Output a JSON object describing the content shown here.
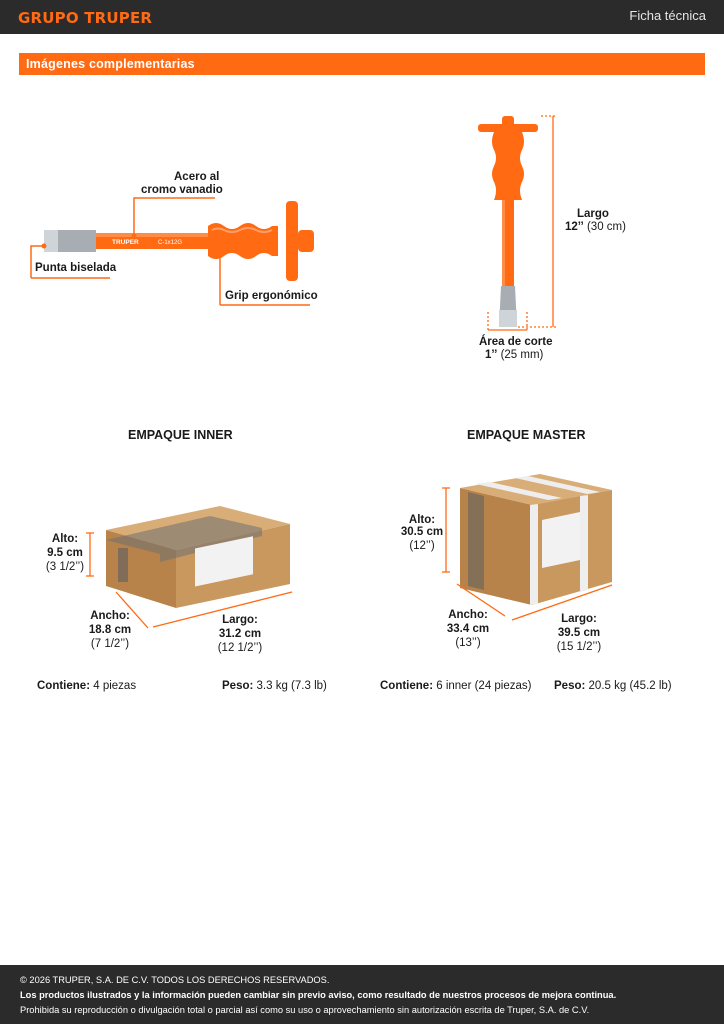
{
  "header": {
    "brand": "GRUPO TRUPER",
    "doc_type": "Ficha técnica"
  },
  "section": {
    "title": "Imágenes complementarias"
  },
  "product_callouts": {
    "material": [
      "Acero al",
      "cromo vanadio"
    ],
    "tip": "Punta biselada",
    "grip": "Grip ergonómico",
    "engraving_brand": "TRUPER",
    "engraving_model": "C-1x12G"
  },
  "dimensions": {
    "length_label": "Largo",
    "length_value": "12’’",
    "length_metric": "(30 cm)",
    "cut_label": "Área de corte",
    "cut_value": "1’’",
    "cut_metric": "(25 mm)"
  },
  "inner": {
    "title": "EMPAQUE INNER",
    "height_label": "Alto:",
    "height_value": "9.5 cm",
    "height_imperial": "(3 1/2’’)",
    "width_label": "Ancho:",
    "width_value": "18.8 cm",
    "width_imperial": "(7 1/2’’)",
    "length_label": "Largo:",
    "length_value": "31.2 cm",
    "length_imperial": "(12 1/2’’)",
    "contains_label": "Contiene:",
    "contains_value": "4 piezas",
    "weight_label": "Peso:",
    "weight_value": "3.3 kg (7.3 lb)"
  },
  "master": {
    "title": "EMPAQUE MASTER",
    "height_label": "Alto:",
    "height_value": "30.5 cm",
    "height_imperial": "(12’’)",
    "width_label": "Ancho:",
    "width_value": "33.4 cm",
    "width_imperial": "(13’’)",
    "length_label": "Largo:",
    "length_value": "39.5 cm",
    "length_imperial": "(15 1/2’’)",
    "contains_label": "Contiene:",
    "contains_value": "6 inner (24 piezas)",
    "weight_label": "Peso:",
    "weight_value": "20.5 kg (45.2 lb)"
  },
  "footer": {
    "copyright": "© 2026 TRUPER, S.A. DE C.V. TODOS LOS DERECHOS RESERVADOS.",
    "notice": "Los productos ilustrados y la información pueden cambiar sin previo aviso, como resultado de nuestros procesos de mejora continua.",
    "prohibition": "Prohibida su reproducción o divulgación total o parcial así como su uso o aprovechamiento sin autorización escrita de Truper, S.A. de C.V."
  },
  "colors": {
    "brand_orange": "#ff6a13",
    "dark_bar": "#2b2b2b",
    "cardboard": "#c9985f"
  }
}
